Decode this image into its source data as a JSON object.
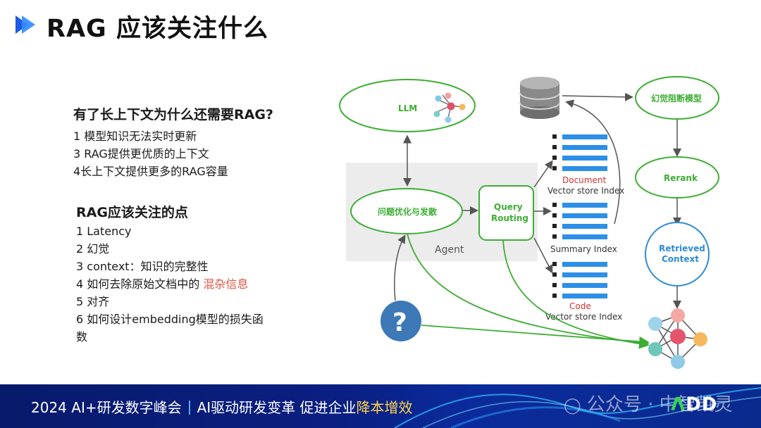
{
  "title": "RAG 应该关注什么",
  "left": {
    "question_heading": "有了长上下文为什么还需要RAG?",
    "question_points": [
      "1 模型知识无法实时更新",
      "3 RAG提供更优质的上下文",
      "4长上下文提供更多的RAG容量"
    ],
    "focus_heading": "RAG应该关注的点",
    "focus_points": [
      "1 Latency",
      "2 幻觉",
      "3 context：知识的完整性"
    ],
    "focus_point_4_prefix": "4 如何去除原始文档中的 ",
    "focus_point_4_highlight": "混杂信息",
    "focus_points_rest": [
      "5 对齐",
      "6 如何设计embedding模型的损失函",
      "数"
    ]
  },
  "diagram": {
    "llm_label": "LLM",
    "agent_label": "Agent",
    "rewrite_label": "问题优化与发散",
    "routing_label_line1": "Query",
    "routing_label_line2": "Routing",
    "doc_title": "Document",
    "doc_subtitle": "Vector store Index",
    "summary_label": "Summary Index",
    "code_title": "Code",
    "code_subtitle": "Vector store Index",
    "hallucination_label": "幻觉阻断模型",
    "rerank_label": "Rerank",
    "retrieved_line1": "Retrieved",
    "retrieved_line2": "Context",
    "question_mark": "?",
    "colors": {
      "green": "#3cae33",
      "blue": "#2e8bd3",
      "red": "#d32f2f",
      "index_blue": "#2d8fe6"
    }
  },
  "footer": {
    "event": "2024 AI+研发数字峰会",
    "slogan_prefix": "AI驱动研发变革  促进企业",
    "slogan_accent": "降本增效",
    "watermark": "公众号 · 中智凯灵",
    "logo_a": "Λ",
    "logo_rest": "DD"
  }
}
